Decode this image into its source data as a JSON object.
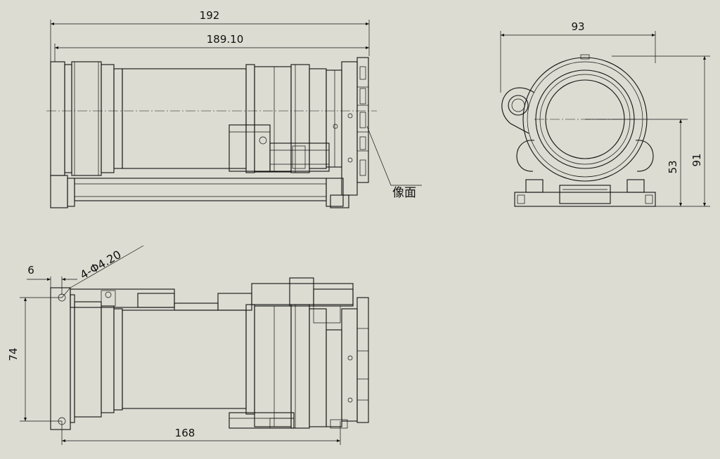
{
  "drawing": {
    "background_color": "#dcdcd2",
    "line_color": "#111111",
    "side_view": {
      "overall_length": "192",
      "body_length": "189.10",
      "image_plane_label": "像面"
    },
    "front_view": {
      "width": "93",
      "center_height": "53",
      "total_height": "91"
    },
    "top_view": {
      "hole_offset": "6",
      "hole_callout": "4-Φ4.20",
      "hole_spacing_vertical": "74",
      "hole_spacing_horizontal": "168"
    }
  }
}
